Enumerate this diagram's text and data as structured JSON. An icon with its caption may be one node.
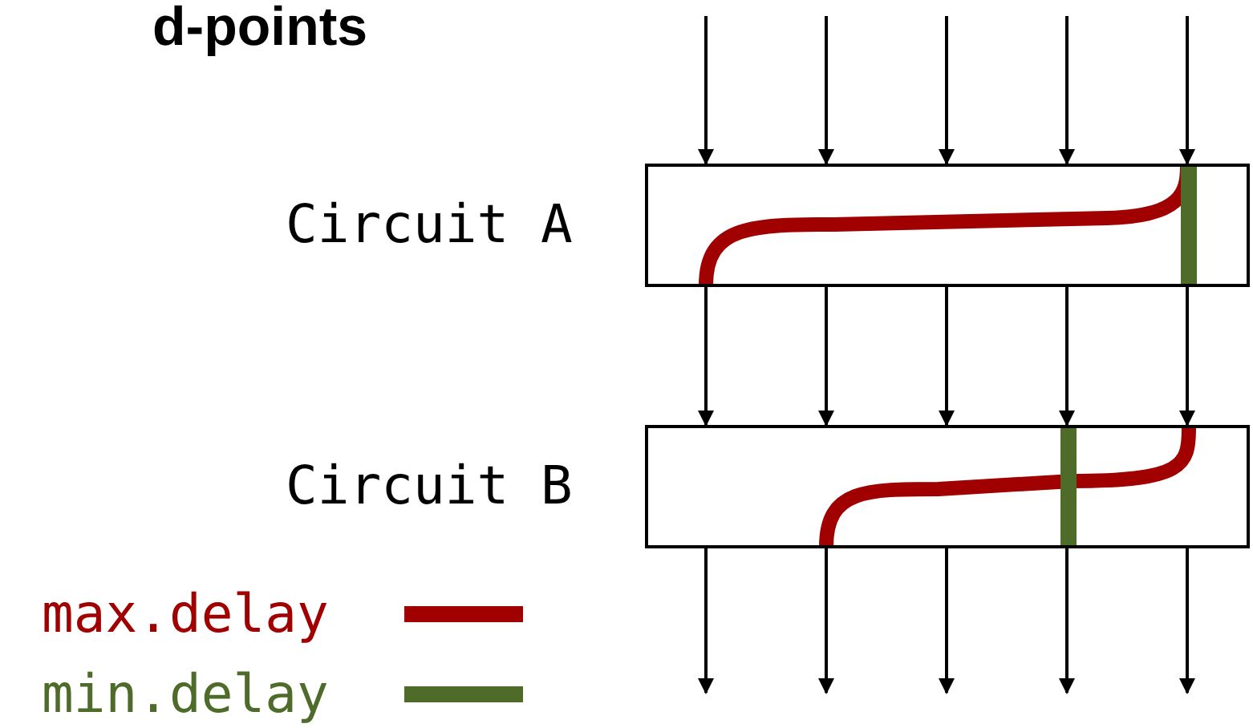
{
  "diagram": {
    "title": "d-points",
    "nodes": [
      {
        "text": [
          "Circuit A"
        ]
      },
      {
        "text": [
          "Circuit B"
        ]
      }
    ],
    "edges": [
      {
        "from": null,
        "to": 0,
        "arrow": "to"
      },
      {
        "from": null,
        "to": 0,
        "arrow": "to"
      },
      {
        "from": null,
        "to": 0,
        "arrow": "to"
      },
      {
        "from": null,
        "to": 0,
        "arrow": "to"
      },
      {
        "from": null,
        "to": 0,
        "arrow": "to"
      },
      {
        "from": 0,
        "to": 1,
        "arrow": "to"
      },
      {
        "from": 0,
        "to": 1,
        "arrow": "to"
      },
      {
        "from": 0,
        "to": 1,
        "arrow": "to"
      },
      {
        "from": 0,
        "to": 1,
        "arrow": "to"
      },
      {
        "from": 0,
        "to": 1,
        "arrow": "to"
      },
      {
        "from": 1,
        "to": null,
        "arrow": "to"
      },
      {
        "from": 1,
        "to": null,
        "arrow": "to"
      },
      {
        "from": 1,
        "to": null,
        "arrow": "to"
      },
      {
        "from": 1,
        "to": null,
        "arrow": "to"
      },
      {
        "from": 1,
        "to": null,
        "arrow": "to"
      }
    ],
    "legend": [
      {
        "text": "max.delay",
        "color": "#a00000"
      },
      {
        "text": "min.delay",
        "color": "#4f6b2a"
      }
    ]
  }
}
